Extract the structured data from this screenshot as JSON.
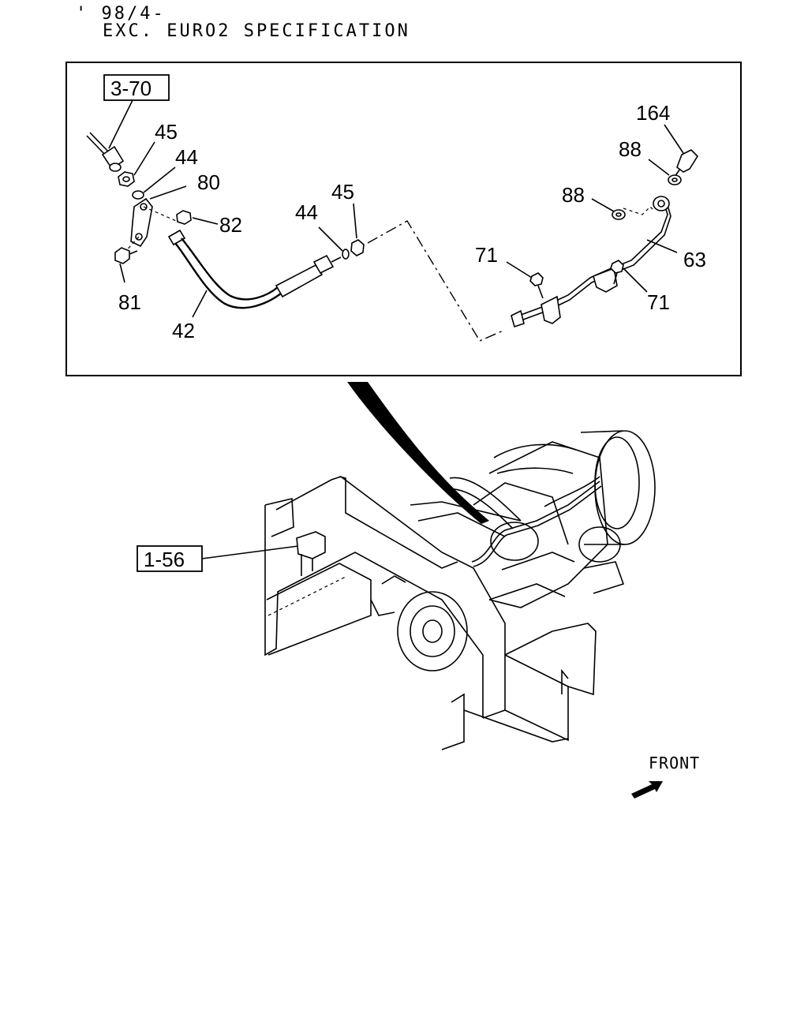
{
  "header": {
    "line1": "' 98/4-",
    "line2": "EXC. EURO2 SPECIFICATION"
  },
  "refs": {
    "ref_top": "3-70",
    "ref_bottom": "1-56"
  },
  "callouts": {
    "c45a": "45",
    "c44a": "44",
    "c80": "80",
    "c82": "82",
    "c81": "81",
    "c42": "42",
    "c44b": "44",
    "c45b": "45",
    "c164": "164",
    "c88a": "88",
    "c88b": "88",
    "c71a": "71",
    "c63": "63",
    "c71b": "71"
  },
  "front_label": "FRONT"
}
